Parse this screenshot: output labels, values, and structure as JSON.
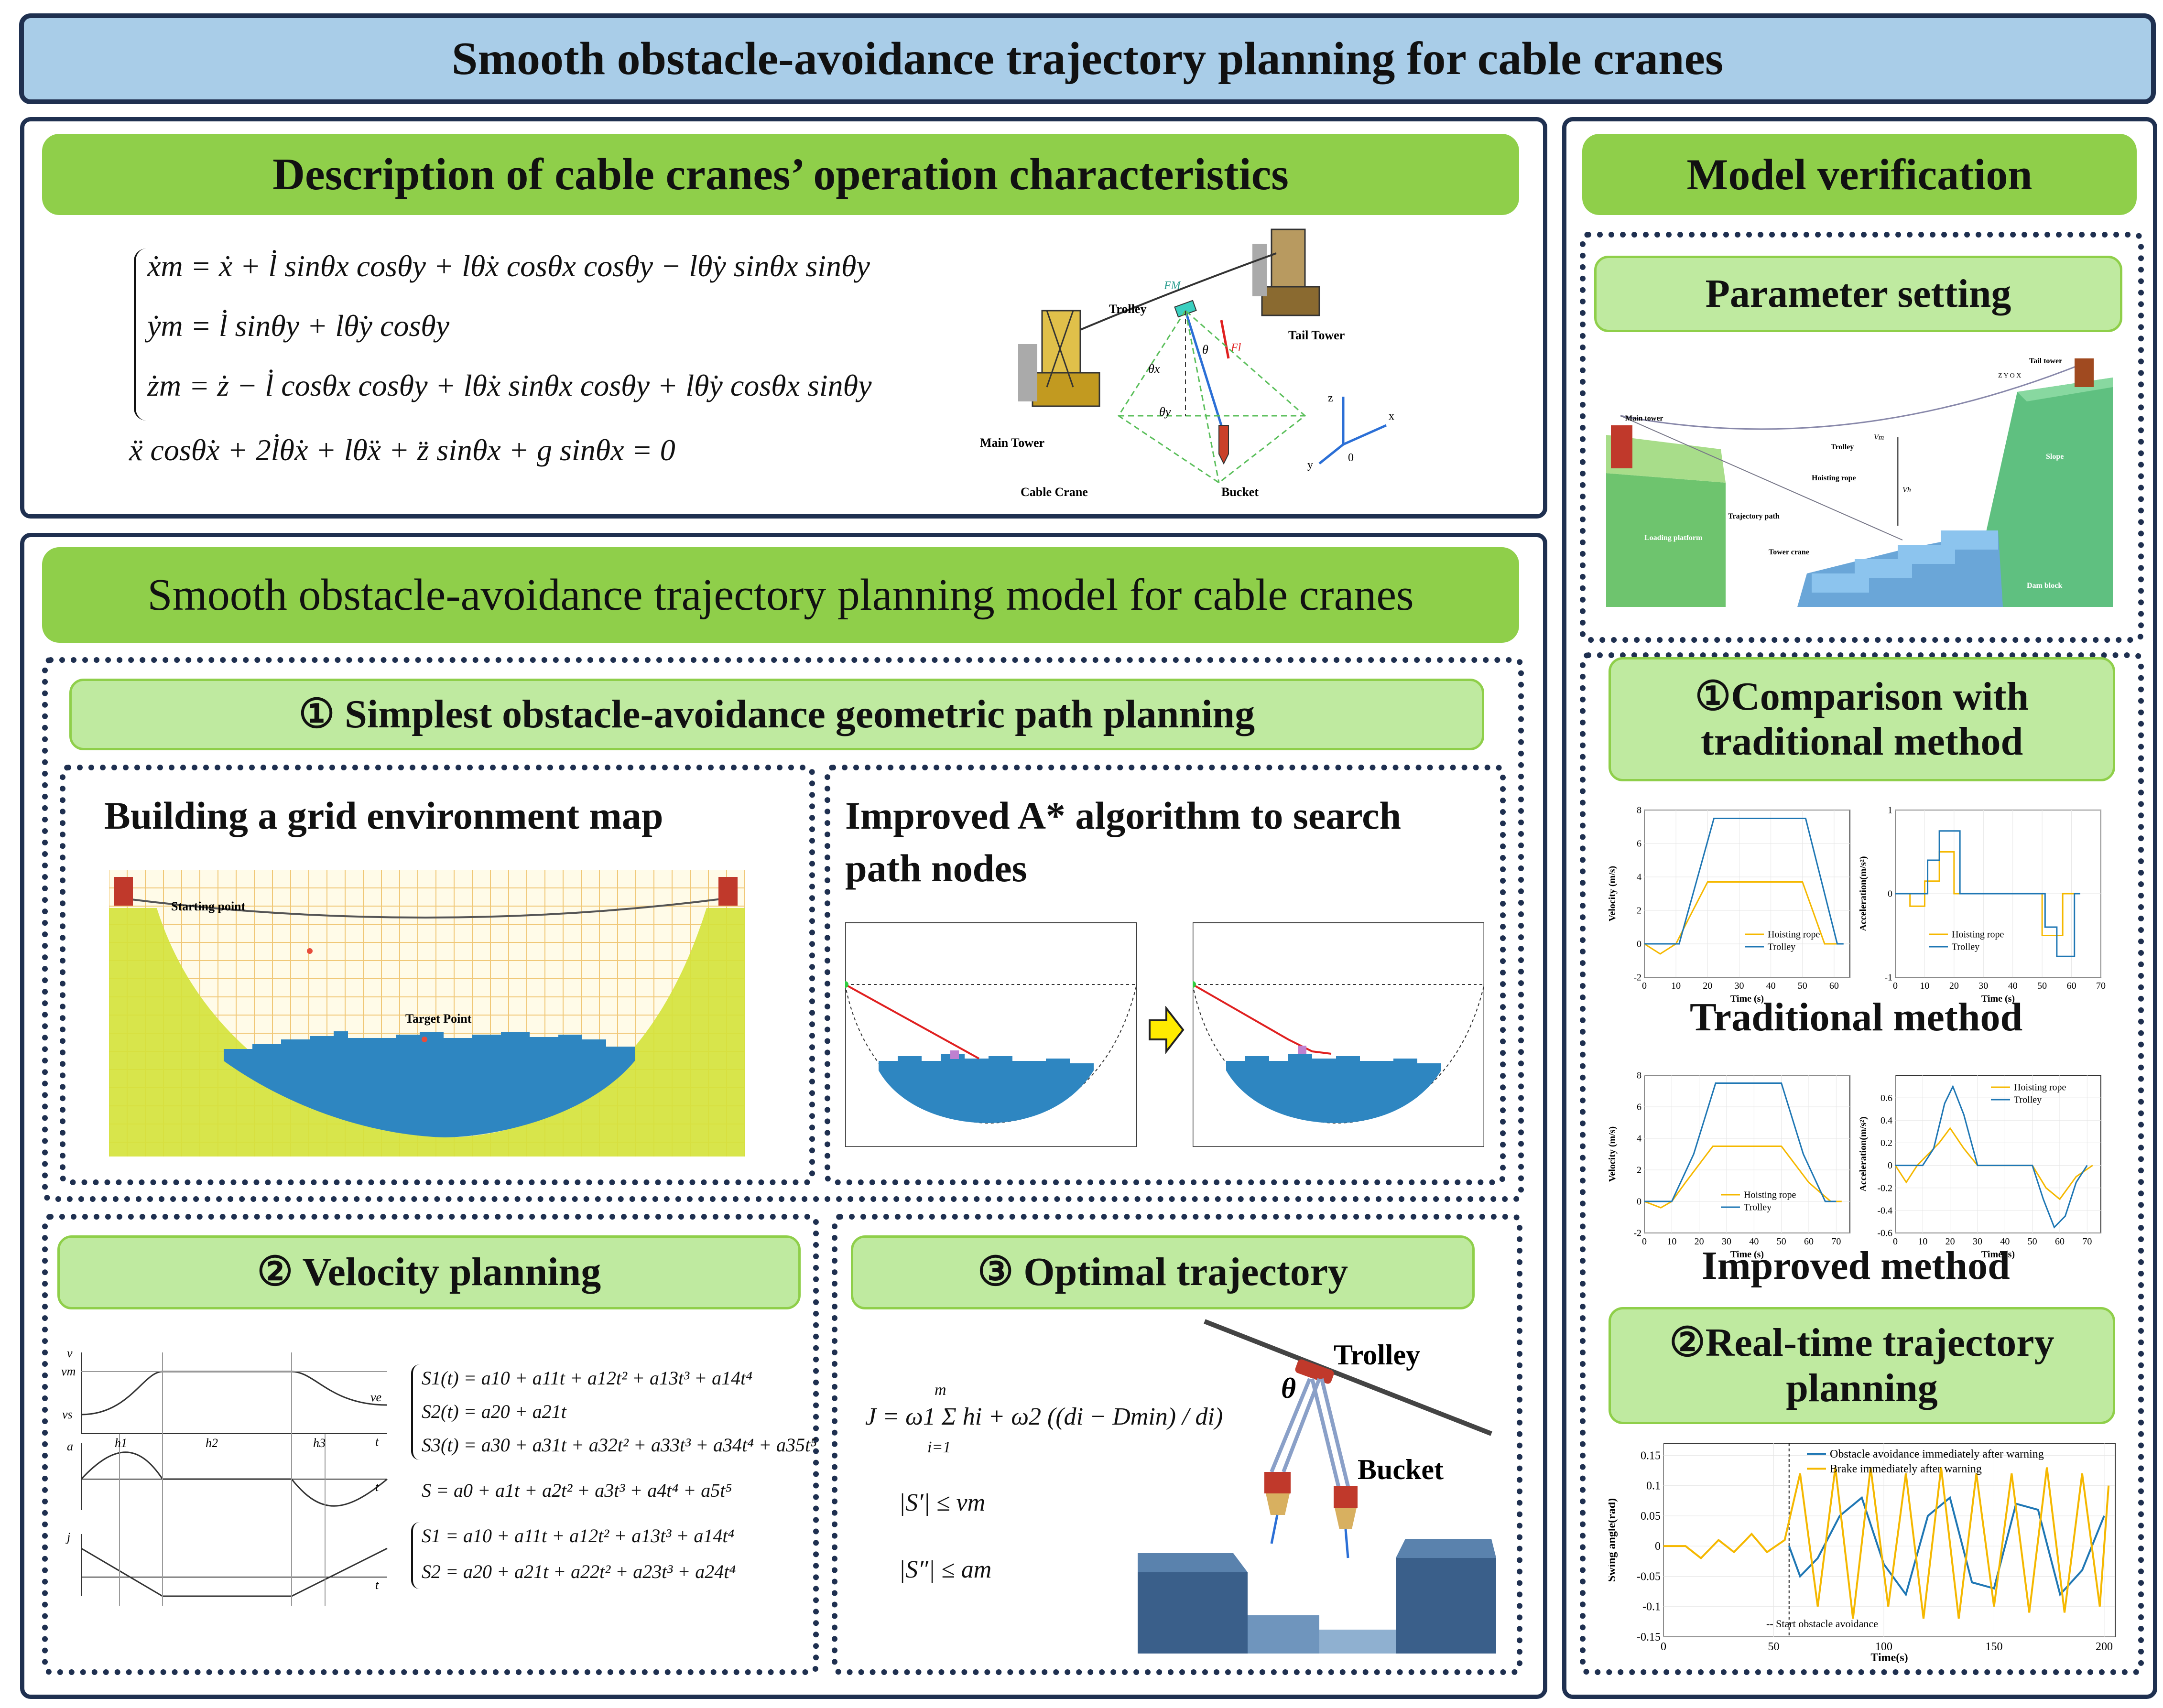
{
  "title": "Smooth obstacle-avoidance trajectory planning for cable cranes",
  "description": {
    "heading": "Description of cable cranes’ operation characteristics",
    "equations": [
      "ẋm = ẋ + l̇ sinθx cosθy + lθ̇x cosθx cosθy − lθ̇y sinθx sinθy",
      "ẏm = l̇ sinθy + lθ̇y cosθy",
      "żm = ż − l̇ cosθx cosθy + lθ̇x sinθx cosθy + lθ̇y cosθx sinθy",
      "ẍ cosθ̇x + 2l̇θ̇x + lθ̈x + z̈ sinθx + g sinθx = 0"
    ],
    "figure_labels": {
      "trolley": "Trolley",
      "tail_tower": "Tail Tower",
      "main_tower": "Main Tower",
      "cable_crane": "Cable Crane",
      "bucket": "Bucket",
      "fm": "FM",
      "fl": "Fl",
      "theta": "θ",
      "theta_x": "θx",
      "theta_y": "θy",
      "axis_z": "z",
      "axis_x": "x",
      "axis_y": "y",
      "axis_o": "0"
    }
  },
  "model": {
    "heading": "Smooth obstacle-avoidance trajectory planning model for cable cranes",
    "step1": {
      "heading": "① Simplest obstacle-avoidance geometric path planning",
      "grid_title": "Building a grid environment map",
      "starting_point": "Starting point",
      "target_point": "Target Point",
      "astar_title_1": "Improved A* algorithm to search",
      "astar_title_2": "path nodes"
    },
    "step2": {
      "heading": "② Velocity planning",
      "labels": {
        "v": "v",
        "vm": "vm",
        "vs": "vs",
        "ve": "ve",
        "t": "t",
        "h1": "h1",
        "h2": "h2",
        "h3": "h3",
        "a": "a",
        "j": "j"
      },
      "equations": [
        "S1(t) = a10 + a11t + a12t² + a13t³ + a14t⁴",
        "S2(t) = a20 + a21t",
        "S3(t) = a30 + a31t + a32t² + a33t³ + a34t⁴ + a35t⁵",
        "S = a0 + a1t + a2t² + a3t³ + a4t⁴ + a5t⁵",
        "S1 = a10 + a11t + a12t² + a13t³ + a14t⁴",
        "S2 = a20 + a21t + a22t² + a23t³ + a24t⁴"
      ]
    },
    "step3": {
      "heading": "③ Optimal trajectory",
      "objective": "J = ω1 Σ hi + ω2 ((di − Dmin) / di)",
      "sum_upper": "m",
      "sum_lower": "i=1",
      "constraint_v": "|S′| ≤ vm",
      "constraint_a": "|S″| ≤ am",
      "trolley": "Trolley",
      "bucket": "Bucket",
      "theta": "θ"
    }
  },
  "verification": {
    "heading": "Model verification",
    "parameter": {
      "heading": "Parameter setting",
      "labels": {
        "main_tower": "Main tower",
        "tail_tower": "Tail tower",
        "trolley": "Trolley",
        "hoisting_rope": "Hoisting rope",
        "trajectory_path": "Trajectory path",
        "tower_crane": "Tower crane",
        "loading_platform": "Loading platform",
        "slope": "Slope",
        "dam_block": "Dam block",
        "vm": "Vm",
        "vh": "Vh",
        "axis": "Z Y O X"
      }
    },
    "comparison": {
      "heading": "①Comparison with traditional method",
      "traditional_label": "Traditional method",
      "improved_label": "Improved method",
      "velocity_ylabel": "Velocity (m/s)",
      "accel_ylabel": "Acceleration(m/s²)",
      "time_xlabel": "Time (s)",
      "legend": [
        "Hoisting rope",
        "Trolley"
      ]
    },
    "realtime": {
      "heading": "②Real-time trajectory planning",
      "ylabel": "Swing angle(rad)",
      "xlabel": "Time(s)",
      "legend": [
        "Obstacle avoidance immediately after warning",
        "Brake immediately after warning"
      ],
      "annotation": "Start obstacle avoidance"
    }
  },
  "colors": {
    "navy": "#1f3050",
    "title_bg": "#a9cde8",
    "green": "#8fcf4a",
    "light_green": "#bfeaa0",
    "yellow_terrain": "#d4e23a",
    "blue_dam": "#2e86c1",
    "trolley_series": "#1f77b4",
    "hoist_series": "#f5b800"
  },
  "chart_data": [
    {
      "type": "line",
      "title": "Traditional method - velocity",
      "xlabel": "Time (s)",
      "ylabel": "Velocity (m/s)",
      "xlim": [
        0,
        65
      ],
      "ylim": [
        -2,
        8
      ],
      "x_ticks": [
        0,
        10,
        20,
        30,
        40,
        50,
        60
      ],
      "y_ticks": [
        -2,
        0,
        2,
        4,
        6,
        8
      ],
      "series": [
        {
          "name": "Hoisting rope",
          "x": [
            0,
            5,
            10,
            14,
            20,
            50,
            57,
            62
          ],
          "y": [
            0,
            -0.6,
            0,
            1.5,
            3.7,
            3.7,
            0,
            0
          ]
        },
        {
          "name": "Trolley",
          "x": [
            0,
            11,
            22,
            51,
            61,
            63
          ],
          "y": [
            0,
            0,
            7.5,
            7.5,
            0,
            0
          ]
        }
      ]
    },
    {
      "type": "line",
      "title": "Traditional method - acceleration",
      "xlabel": "Time (s)",
      "ylabel": "Acceleration(m/s²)",
      "xlim": [
        0,
        70
      ],
      "ylim": [
        -1,
        1
      ],
      "x_ticks": [
        0,
        10,
        20,
        30,
        40,
        50,
        60,
        70
      ],
      "y_ticks": [
        -1,
        0,
        1
      ],
      "series": [
        {
          "name": "Hoisting rope",
          "x": [
            0,
            5,
            5,
            10,
            10,
            15,
            15,
            20,
            20,
            50,
            50,
            57,
            57,
            62
          ],
          "y": [
            0,
            0,
            -0.15,
            -0.15,
            0.15,
            0.15,
            0.5,
            0.5,
            0,
            0,
            -0.5,
            -0.5,
            0,
            0
          ]
        },
        {
          "name": "Trolley",
          "x": [
            0,
            11,
            11,
            15,
            15,
            22,
            22,
            51,
            51,
            55,
            55,
            61,
            61,
            63
          ],
          "y": [
            0,
            0,
            0.4,
            0.4,
            0.75,
            0.75,
            0,
            0,
            -0.4,
            -0.4,
            -0.75,
            -0.75,
            0,
            0
          ]
        }
      ]
    },
    {
      "type": "line",
      "title": "Improved method - velocity",
      "xlabel": "Time (s)",
      "ylabel": "Velocity (m/s)",
      "xlim": [
        0,
        75
      ],
      "ylim": [
        -2,
        8
      ],
      "x_ticks": [
        0,
        10,
        20,
        30,
        40,
        50,
        60,
        70
      ],
      "y_ticks": [
        -2,
        0,
        2,
        4,
        6,
        8
      ],
      "series": [
        {
          "name": "Hoisting rope",
          "x": [
            0,
            6,
            10,
            15,
            25,
            50,
            60,
            68,
            72
          ],
          "y": [
            0,
            -0.4,
            0,
            1.2,
            3.5,
            3.5,
            1.2,
            0,
            0
          ]
        },
        {
          "name": "Trolley",
          "x": [
            0,
            10,
            18,
            26,
            50,
            58,
            66,
            70
          ],
          "y": [
            0,
            0,
            3,
            7.5,
            7.5,
            3,
            0,
            0
          ]
        }
      ]
    },
    {
      "type": "line",
      "title": "Improved method - acceleration",
      "xlabel": "Time (s)",
      "ylabel": "Acceleration(m/s²)",
      "xlim": [
        0,
        75
      ],
      "ylim": [
        -0.6,
        0.8
      ],
      "x_ticks": [
        0,
        10,
        20,
        30,
        40,
        50,
        60,
        70
      ],
      "y_ticks": [
        -0.6,
        -0.4,
        -0.2,
        0,
        0.2,
        0.4,
        0.6
      ],
      "series": [
        {
          "name": "Hoisting rope",
          "x": [
            0,
            4,
            8,
            12,
            16,
            20,
            25,
            30,
            50,
            55,
            60,
            66,
            72
          ],
          "y": [
            0,
            -0.15,
            0,
            0.1,
            0.2,
            0.33,
            0.15,
            0,
            0,
            -0.2,
            -0.3,
            -0.1,
            0
          ]
        },
        {
          "name": "Trolley",
          "x": [
            0,
            10,
            14,
            18,
            21,
            25,
            30,
            50,
            54,
            58,
            62,
            66,
            70
          ],
          "y": [
            0,
            0,
            0.15,
            0.55,
            0.7,
            0.45,
            0,
            0,
            -0.3,
            -0.55,
            -0.45,
            -0.15,
            0
          ]
        }
      ]
    },
    {
      "type": "line",
      "title": "Real-time trajectory planning",
      "xlabel": "Time(s)",
      "ylabel": "Swing angle(rad)",
      "xlim": [
        0,
        205
      ],
      "ylim": [
        -0.15,
        0.17
      ],
      "x_ticks": [
        0,
        50,
        100,
        150,
        200
      ],
      "y_ticks": [
        -0.15,
        -0.1,
        -0.05,
        0,
        0.05,
        0.1,
        0.15
      ],
      "marker_line_x": 57,
      "series": [
        {
          "name": "Obstacle avoidance immediately after warning",
          "x": [
            57,
            62,
            70,
            80,
            90,
            100,
            110,
            120,
            130,
            140,
            150,
            160,
            170,
            180,
            190,
            200
          ],
          "y": [
            0,
            -0.05,
            -0.02,
            0.05,
            0.08,
            -0.03,
            -0.08,
            0.05,
            0.08,
            -0.06,
            -0.07,
            0.07,
            0.06,
            -0.08,
            -0.04,
            0.05
          ]
        },
        {
          "name": "Brake immediately after warning",
          "x": [
            0,
            10,
            17,
            25,
            32,
            40,
            47,
            55,
            62,
            70,
            78,
            86,
            94,
            102,
            110,
            118,
            126,
            134,
            142,
            150,
            158,
            166,
            174,
            182,
            190,
            198,
            202
          ],
          "y": [
            0,
            0,
            -0.02,
            0.01,
            -0.01,
            0.02,
            -0.01,
            0.01,
            0.12,
            -0.1,
            0.13,
            -0.12,
            0.13,
            -0.1,
            0.12,
            -0.12,
            0.13,
            -0.12,
            0.12,
            -0.1,
            0.12,
            -0.11,
            0.13,
            -0.11,
            0.12,
            -0.1,
            0.1
          ]
        }
      ]
    }
  ]
}
